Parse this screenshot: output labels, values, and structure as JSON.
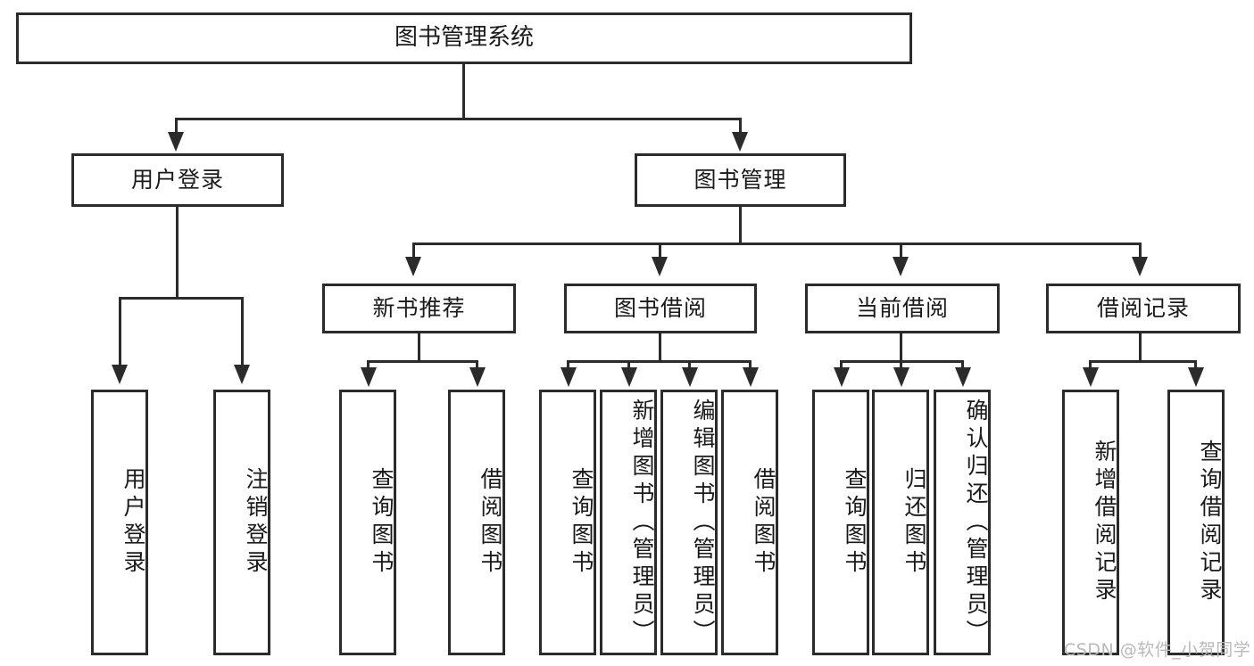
{
  "diagram": {
    "title": "图书管理系统",
    "type": "tree-hierarchy-chart",
    "root": {
      "label": "图书管理系统"
    },
    "level2": [
      {
        "label": "用户登录"
      },
      {
        "label": "图书管理"
      }
    ],
    "level3": [
      {
        "label": "新书推荐"
      },
      {
        "label": "图书借阅"
      },
      {
        "label": "当前借阅"
      },
      {
        "label": "借阅记录"
      }
    ],
    "leaves": {
      "user_login": [
        {
          "label": "用户登录"
        },
        {
          "label": "注销登录"
        }
      ],
      "new_book_recommend": [
        {
          "label": "查询图书"
        },
        {
          "label": "借阅图书"
        }
      ],
      "book_borrow": [
        {
          "label": "查询图书"
        },
        {
          "label": "新增图书（管理员）"
        },
        {
          "label": "编辑图书（管理员）"
        },
        {
          "label": "借阅图书"
        }
      ],
      "current_borrow": [
        {
          "label": "查询图书"
        },
        {
          "label": "归还图书"
        },
        {
          "label": "确认归还（管理员）"
        }
      ],
      "borrow_record": [
        {
          "label": "新增借阅记录"
        },
        {
          "label": "查询借阅记录"
        }
      ]
    }
  },
  "watermark": {
    "text": "CSDN @软件_小贺同学"
  },
  "colors": {
    "border": "#2b2b2b",
    "background": "#ffffff",
    "text": "#1a1a1a",
    "watermark": "#b9b9b9"
  }
}
